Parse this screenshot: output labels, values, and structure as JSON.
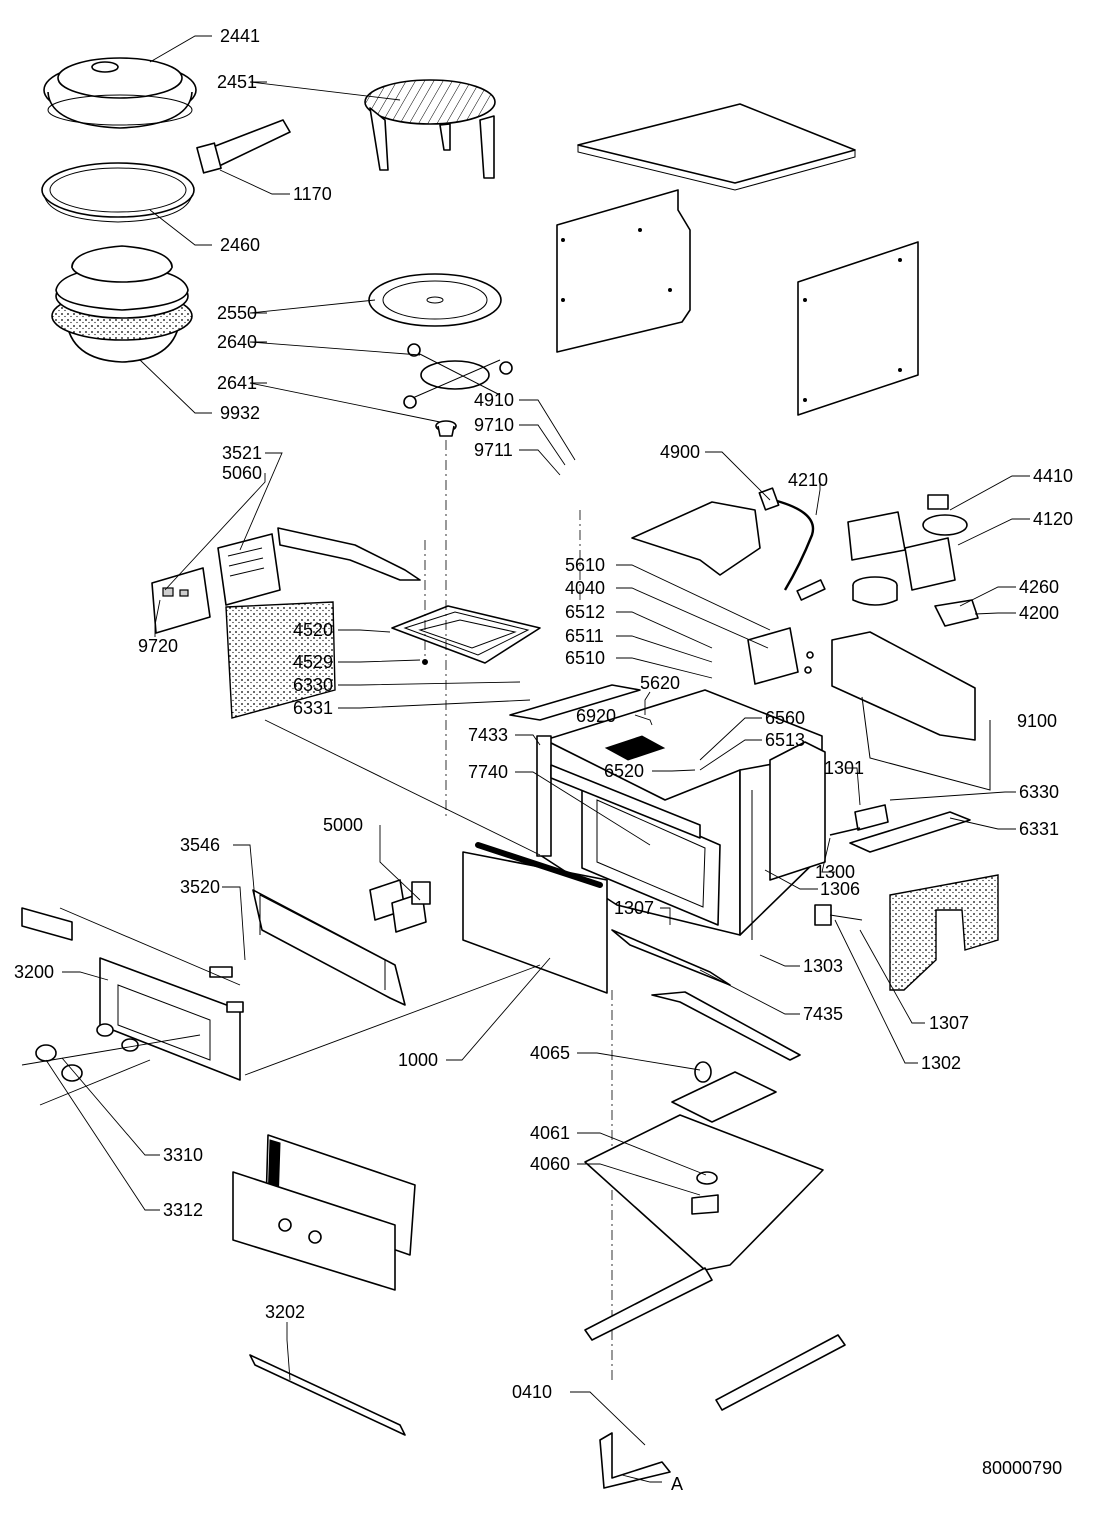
{
  "diagram": {
    "document_number": "80000790",
    "section_marker": "A",
    "labels": [
      "2441",
      "2451",
      "1170",
      "2460",
      "2550",
      "2640",
      "9932",
      "2641",
      "4910",
      "9710",
      "9711",
      "4900",
      "4210",
      "4410",
      "4120",
      "3521",
      "5060",
      "9720",
      "4520",
      "4529",
      "6330",
      "6331",
      "5610",
      "4040",
      "6512",
      "6511",
      "6510",
      "4260",
      "4200",
      "9100",
      "5620",
      "6920",
      "6560",
      "6513",
      "7433",
      "6520",
      "7740",
      "1301",
      "6330",
      "6331",
      "5000",
      "3546",
      "3520",
      "1300",
      "1306",
      "1307",
      "1303",
      "3200",
      "1307",
      "7435",
      "1000",
      "4065",
      "1302",
      "4061",
      "3310",
      "4060",
      "3312",
      "3202",
      "0410"
    ]
  }
}
